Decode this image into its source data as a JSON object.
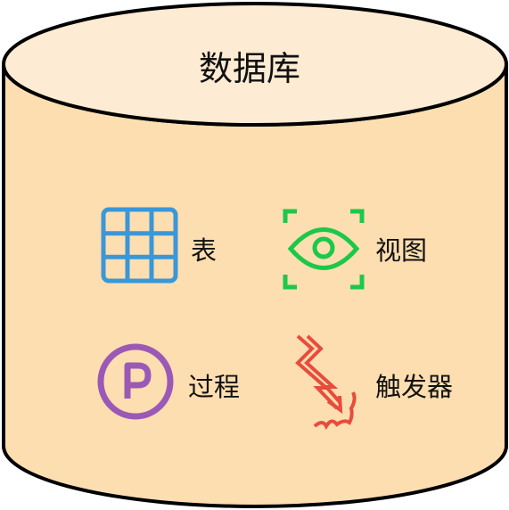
{
  "database": {
    "title": "数据库",
    "body_color": "#fddeb1",
    "top_color": "#fdebd3",
    "outline_color": "#000000"
  },
  "items": [
    {
      "label": "表",
      "icon": "table-grid-icon",
      "color": "#3a97d8"
    },
    {
      "label": "视图",
      "icon": "eye-view-icon",
      "color": "#1cc84a"
    },
    {
      "label": "过程",
      "icon": "procedure-p-icon",
      "color": "#9b59b6"
    },
    {
      "label": "触发器",
      "icon": "lightning-trigger-icon",
      "color": "#e74c3c"
    }
  ]
}
